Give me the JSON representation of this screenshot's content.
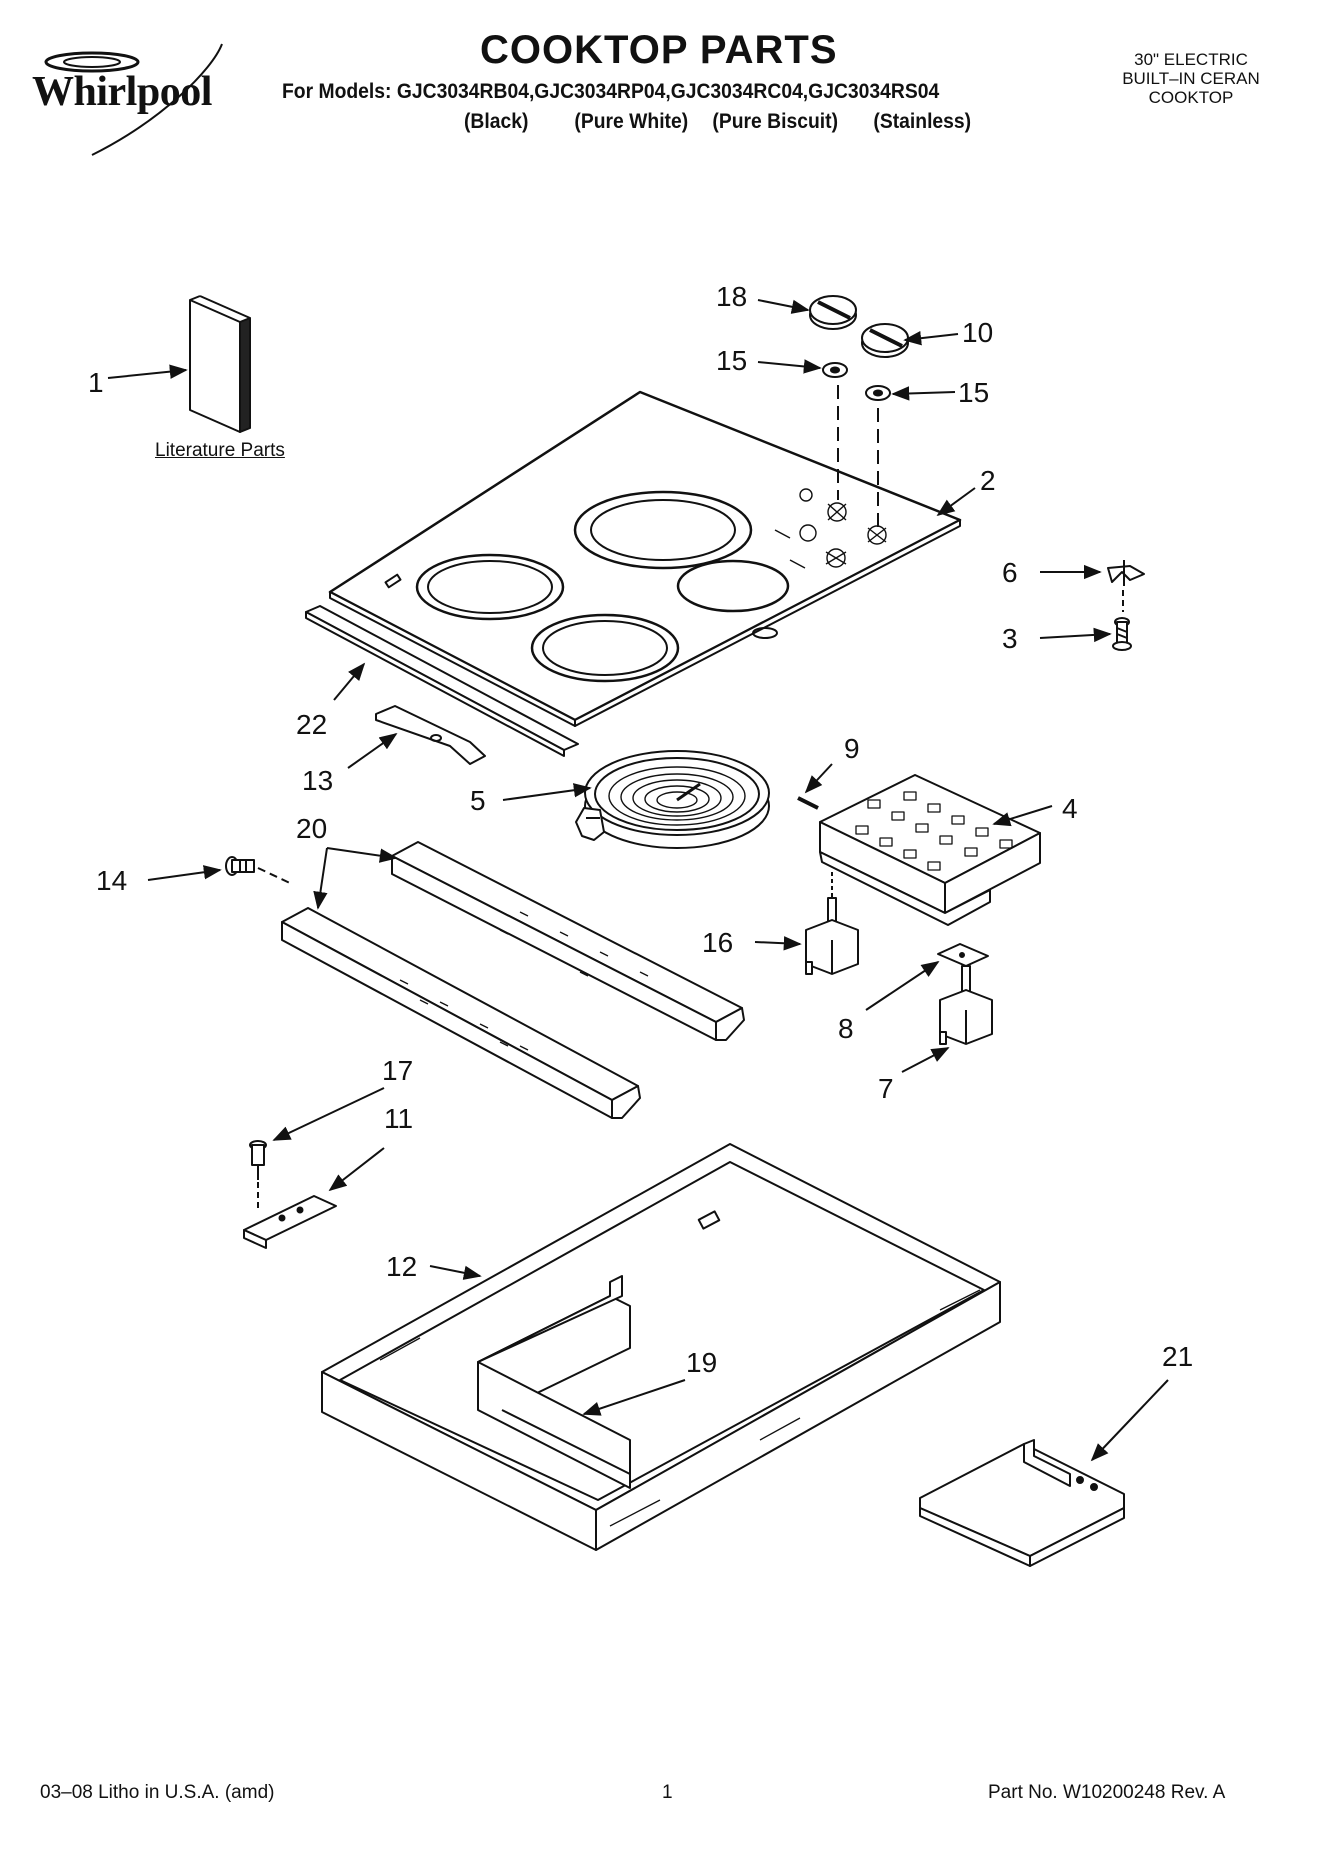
{
  "header": {
    "brand": "Whirlpool",
    "title": "COOKTOP PARTS",
    "models_line": "For Models: GJC3034RB04,GJC3034RP04,GJC3034RC04,GJC3034RS04",
    "variants": [
      "(Black)",
      "(Pure White)",
      "(Pure Biscuit)",
      "(Stainless)"
    ],
    "product_type": [
      "30\" ELECTRIC",
      "BUILT–IN CERAN",
      "COOKTOP"
    ]
  },
  "literature_label": "Literature Parts",
  "callouts": {
    "c1": "1",
    "c2": "2",
    "c3": "3",
    "c4": "4",
    "c5": "5",
    "c6": "6",
    "c7": "7",
    "c8": "8",
    "c9": "9",
    "c10": "10",
    "c11": "11",
    "c12": "12",
    "c13": "13",
    "c14": "14",
    "c15a": "15",
    "c15b": "15",
    "c16": "16",
    "c17": "17",
    "c18": "18",
    "c19": "19",
    "c20": "20",
    "c21": "21",
    "c22": "22"
  },
  "footer": {
    "litho": "03–08 Litho in U.S.A. (amd)",
    "page": "1",
    "part_no": "Part No. W10200248 Rev. A"
  }
}
